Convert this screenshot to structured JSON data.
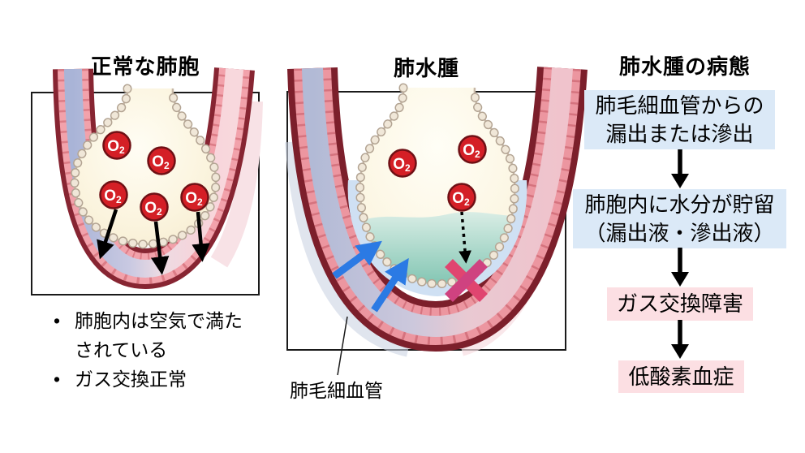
{
  "normal_panel": {
    "title": "正常な肺胞",
    "bullet_char": "•",
    "bullets": [
      "肺胞内は空気で満たされている",
      "ガス交換正常"
    ]
  },
  "edema_panel": {
    "title": "肺水腫",
    "capillary_label": "肺毛細血管"
  },
  "flow_panel": {
    "title": "肺水腫の病態",
    "steps": [
      {
        "label": "肺毛細血管からの\n漏出または滲出",
        "color": "#dbe9f7"
      },
      {
        "label": "肺胞内に水分が貯留\n（漏出液・滲出液）",
        "color": "#dbe9f7"
      },
      {
        "label": "ガス交換障害",
        "color": "#fcdfe3"
      },
      {
        "label": "低酸素血症",
        "color": "#fcdfe3"
      }
    ]
  },
  "o2": {
    "main": "O",
    "sub": "2"
  },
  "colors": {
    "o2_red": "#d41f26",
    "vessel_wall_dark": "#872532",
    "vessel_cells_pink": "#f2a2ab",
    "alveolus_cream": "#fbf4de",
    "edema_fluid_teal": "#84c6b3",
    "interstitial_band_blue": "#cfe0f3",
    "leak_arrow_blue": "#2b7ae4",
    "block_x_pink": "#dc4378",
    "flow_box_blue": "#dbe9f7",
    "flow_box_pink": "#fcdfe3",
    "arrow_black": "#000000"
  }
}
